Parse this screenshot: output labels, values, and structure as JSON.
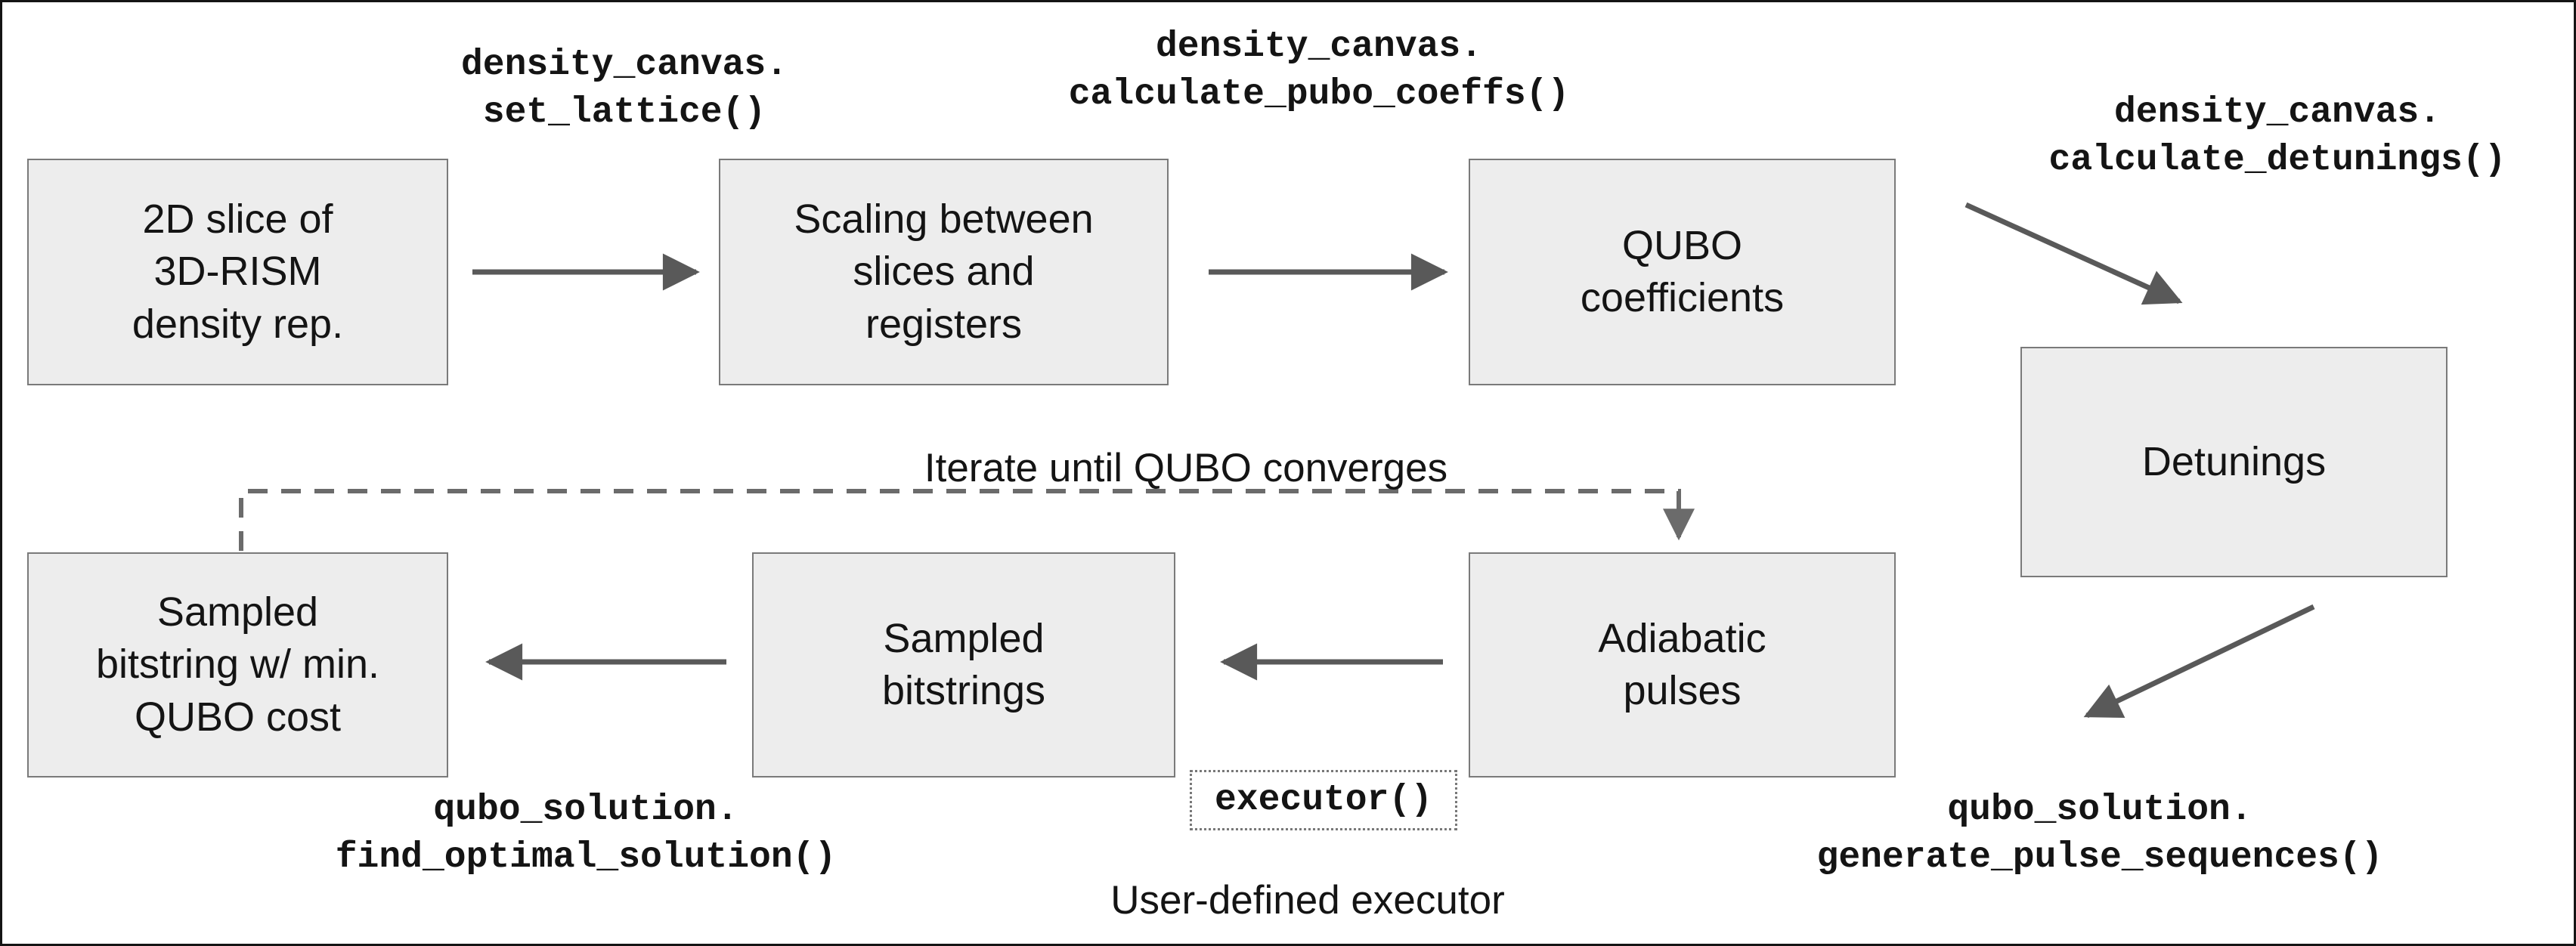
{
  "diagram": {
    "boxes": {
      "slice": "2D slice of\n3D-RISM\ndensity rep.",
      "scaling": "Scaling between\nslices and\nregisters",
      "qubo_coefficients": "QUBO\ncoefficients",
      "detunings": "Detunings",
      "adiabatic_pulses": "Adiabatic\npulses",
      "sampled_bitstrings": "Sampled\nbitstrings",
      "min_bitstring": "Sampled\nbitstring w/ min.\nQUBO cost"
    },
    "code_labels": {
      "set_lattice": "density_canvas.\nset_lattice()",
      "calculate_pubo_coeffs": "density_canvas.\ncalculate_pubo_coeffs()",
      "calculate_detunings": "density_canvas.\ncalculate_detunings()",
      "generate_pulse_sequences": "qubo_solution.\ngenerate_pulse_sequences()",
      "find_optimal_solution": "qubo_solution.\nfind_optimal_solution()",
      "executor": "executor()"
    },
    "annotations": {
      "iterate": "Iterate until QUBO converges",
      "user_defined_executor": "User-defined executor"
    },
    "colors": {
      "box_fill": "#ededed",
      "box_border": "#7a7a7a",
      "arrow": "#595959",
      "dashed_line": "#6b6b6b",
      "text": "#141414",
      "background": "#ffffff"
    }
  }
}
